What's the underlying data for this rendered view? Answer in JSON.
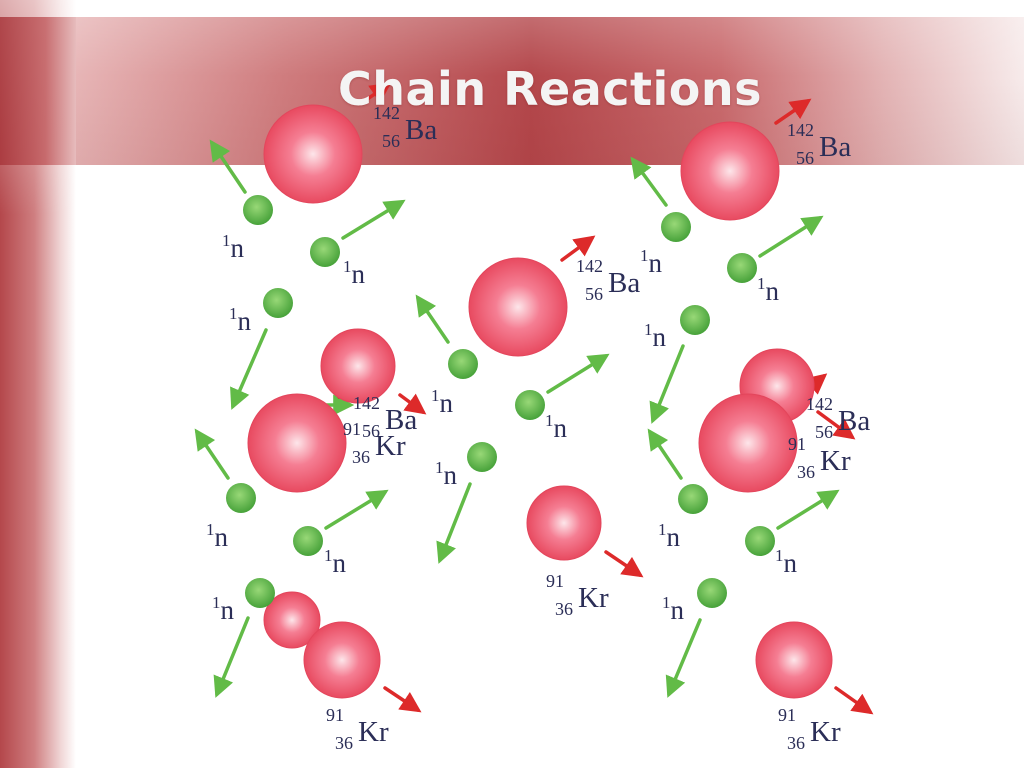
{
  "slide": {
    "title": "Chain Reactions"
  },
  "diagram": {
    "neutron_label": "n",
    "neutron_mass": "1",
    "barium": {
      "mass": "142",
      "atomic_number": "56",
      "symbol": "Ba"
    },
    "krypton": {
      "mass": "91",
      "atomic_number": "36",
      "symbol": "Kr"
    },
    "colors": {
      "nucleus": "#ee4f66",
      "neutron": "#5ab548",
      "neutron_arrow": "#62bb47",
      "fragment_arrow": "#dd2a2a",
      "label": "#2b2e57",
      "accent": "#b4474b"
    }
  }
}
